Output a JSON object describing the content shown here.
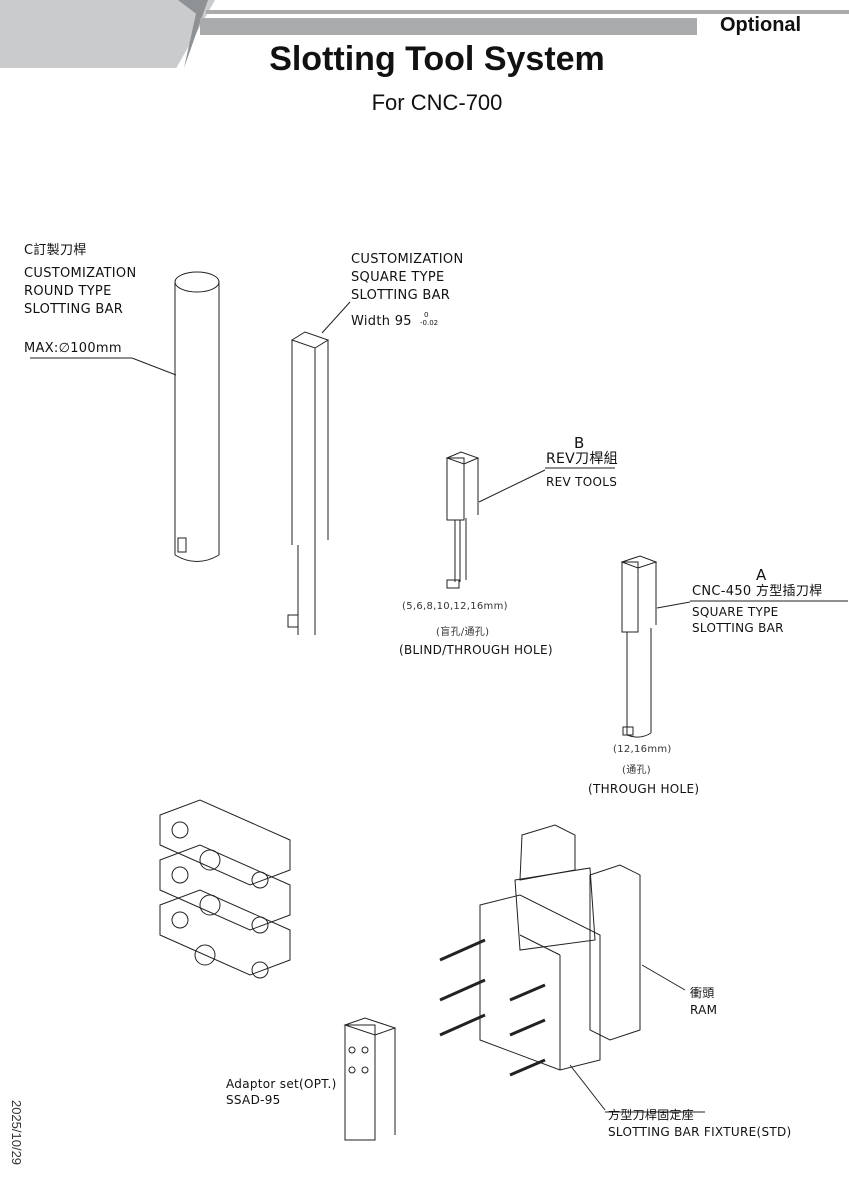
{
  "header": {
    "badge": "Optional",
    "title": "Slotting Tool System",
    "subtitle": "For CNC-700"
  },
  "round_bar": {
    "zh": "C訂製刀桿",
    "line1": "CUSTOMIZATION",
    "line2": "ROUND TYPE",
    "line3": "SLOTTING BAR",
    "max": "MAX:∅100mm"
  },
  "square_custom": {
    "line1": "CUSTOMIZATION",
    "line2": "SQUARE TYPE",
    "line3": "SLOTTING BAR",
    "width": "Width 95",
    "tol_upper": "0",
    "tol_lower": "-0.02"
  },
  "rev_tools": {
    "letter": "B",
    "zh": "REV刀桿組",
    "en": "REV TOOLS",
    "sizes": "(5,6,8,10,12,16mm)",
    "hole_zh": "(盲孔/通孔)",
    "hole_en": "(BLIND/THROUGH HOLE)"
  },
  "square_bar": {
    "letter": "A",
    "zh": "CNC-450 方型插刀桿",
    "line1": "SQUARE TYPE",
    "line2": "SLOTTING BAR",
    "sizes": "(12,16mm)",
    "hole_zh": "(通孔)",
    "hole_en": "(THROUGH HOLE)"
  },
  "ram": {
    "zh": "衝頭",
    "en": "RAM"
  },
  "adaptor": {
    "line1": "Adaptor set(OPT.)",
    "line2": "SSAD-95"
  },
  "fixture": {
    "zh": "方型刀桿固定座",
    "en": "SLOTTING BAR FIXTURE(STD)"
  },
  "date": "2025/10/29"
}
